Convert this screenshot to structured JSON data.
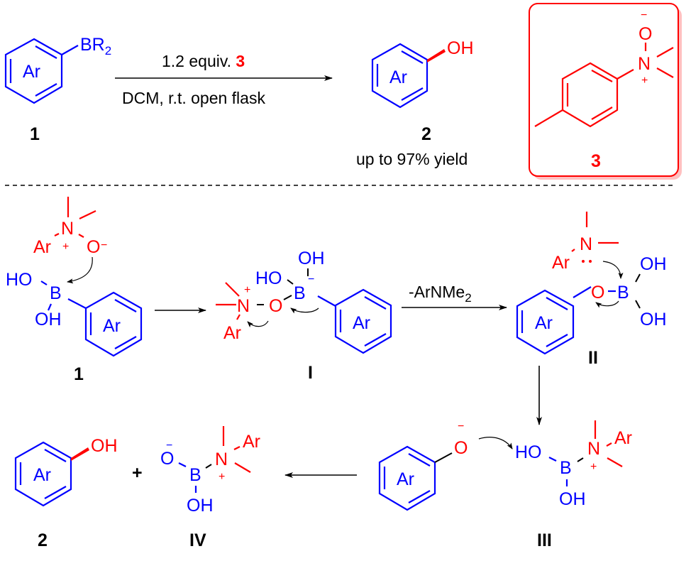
{
  "colors": {
    "substrate": "#0000ff",
    "reagent": "#ff0000",
    "text": "#000000",
    "box_shadow": "#ffc0c0"
  },
  "top_reaction": {
    "reactant": {
      "label": "1",
      "ring": "Ar",
      "substituent": "BR",
      "substituent_sub": "2"
    },
    "conditions": {
      "above_prefix": "1.2 equiv. ",
      "above_reagent": "3",
      "below": "DCM, r.t. open flask"
    },
    "product": {
      "label": "2",
      "ring": "Ar",
      "group": "OH",
      "yield": "up to 97% yield"
    },
    "reagent_box": {
      "label": "3",
      "o": "O",
      "n": "N",
      "minus": "−",
      "plus": "+"
    }
  },
  "mechanism": {
    "step1": {
      "label": "1",
      "n_oxide": {
        "ar": "Ar",
        "n": "N",
        "o": "O",
        "plus": "+",
        "minus": "−"
      },
      "boronic": {
        "ho": "HO",
        "b": "B",
        "oh": "OH",
        "ring": "Ar"
      }
    },
    "intermediate_I": {
      "label": "I",
      "ho": "HO",
      "oh": "OH",
      "b": "B",
      "minus": "−",
      "n": "N",
      "o": "O",
      "plus": "+",
      "ar": "Ar",
      "ring": "Ar"
    },
    "arrow_I_II": {
      "label": "-ArNMe",
      "label_sub": "2"
    },
    "intermediate_II": {
      "label": "II",
      "ar": "Ar",
      "n": "N",
      "o": "O",
      "b": "B",
      "oh1": "OH",
      "oh2": "OH",
      "ring": "Ar"
    },
    "intermediate_III": {
      "label": "III",
      "phenoxide": {
        "ring": "Ar",
        "o": "O",
        "minus": "−"
      },
      "ho": "HO",
      "b": "B",
      "oh": "OH",
      "n": "N",
      "ar": "Ar",
      "plus": "+"
    },
    "products": {
      "phenol": {
        "label": "2",
        "ring": "Ar",
        "group": "OH"
      },
      "plus_sign": "+",
      "borate": {
        "label": "IV",
        "o": "O",
        "minus": "−",
        "b": "B",
        "oh": "OH",
        "n": "N",
        "ar": "Ar",
        "plus": "+"
      }
    }
  }
}
